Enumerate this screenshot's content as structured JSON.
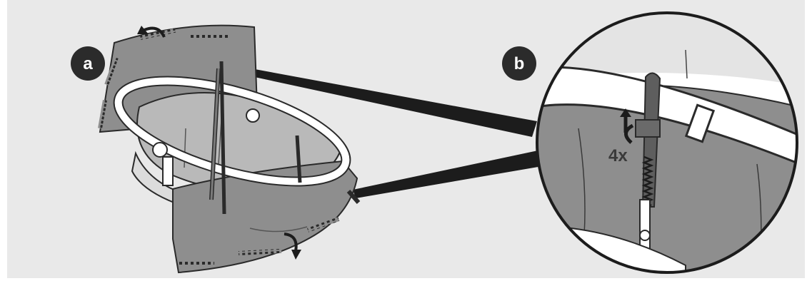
{
  "figure": {
    "step_a_label": "a",
    "step_b_label": "b",
    "detail_repeat_label": "4x",
    "colors": {
      "background": "#e9e9e9",
      "fabric": "#8e8e8e",
      "fabric_dark": "#5e5e5e",
      "frame": "#ffffff",
      "outline": "#2a2a2a",
      "badge": "#2b2b2b"
    },
    "icons": [
      "curved-arrow-icon",
      "rotate-arrow-icon",
      "zoom-callout"
    ]
  }
}
